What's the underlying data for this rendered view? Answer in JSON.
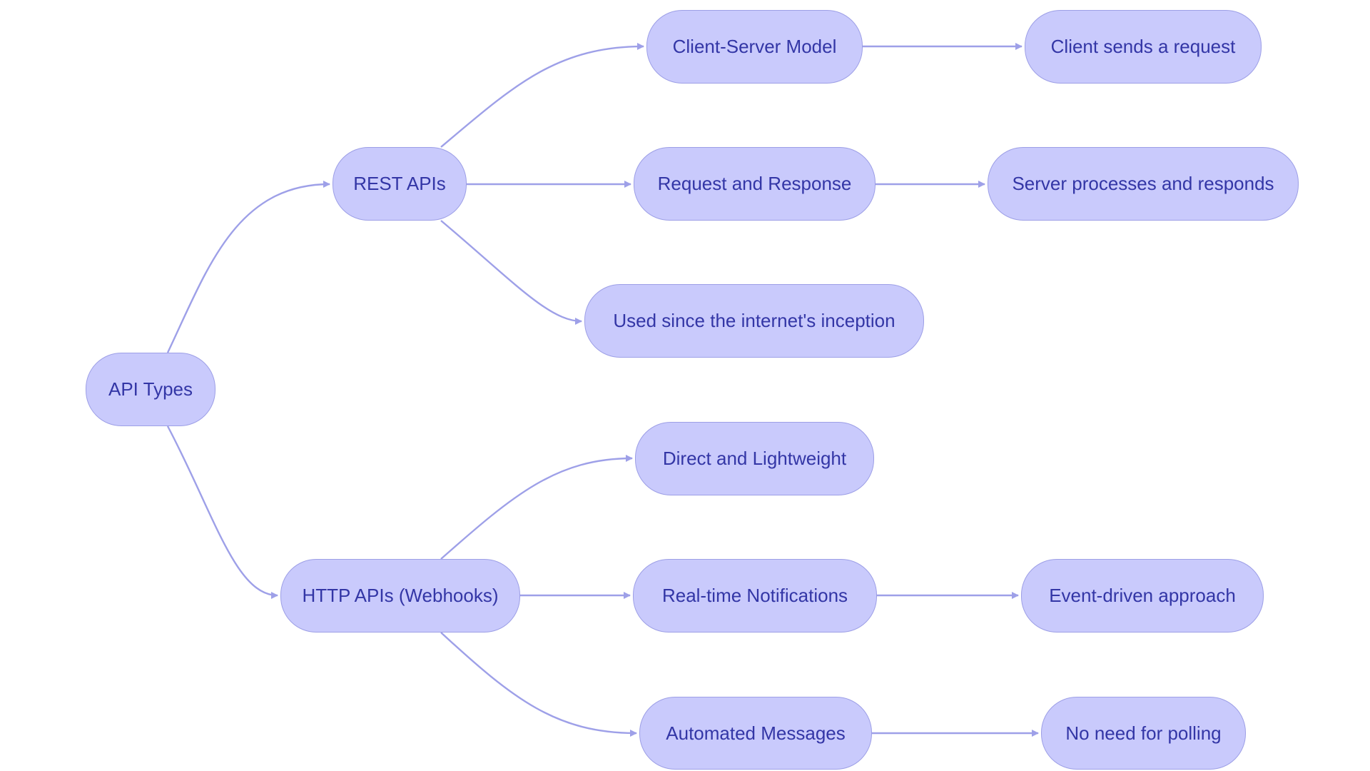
{
  "nodes": {
    "api_types": "API Types",
    "rest_apis": "REST APIs",
    "http_apis": "HTTP APIs (Webhooks)",
    "client_server": "Client-Server Model",
    "request_response": "Request and Response",
    "used_since": "Used since the internet's inception",
    "direct_lightweight": "Direct and Lightweight",
    "realtime": "Real-time Notifications",
    "automated": "Automated Messages",
    "client_sends": "Client sends a request",
    "server_processes": "Server processes and responds",
    "event_driven": "Event-driven approach",
    "no_polling": "No need for polling"
  },
  "edges": [
    {
      "from": "api_types",
      "to": "rest_apis"
    },
    {
      "from": "api_types",
      "to": "http_apis"
    },
    {
      "from": "rest_apis",
      "to": "client_server"
    },
    {
      "from": "rest_apis",
      "to": "request_response"
    },
    {
      "from": "rest_apis",
      "to": "used_since"
    },
    {
      "from": "client_server",
      "to": "client_sends"
    },
    {
      "from": "request_response",
      "to": "server_processes"
    },
    {
      "from": "http_apis",
      "to": "direct_lightweight"
    },
    {
      "from": "http_apis",
      "to": "realtime"
    },
    {
      "from": "http_apis",
      "to": "automated"
    },
    {
      "from": "realtime",
      "to": "event_driven"
    },
    {
      "from": "automated",
      "to": "no_polling"
    }
  ],
  "colors": {
    "node_fill": "#c9cafc",
    "node_border": "#9d9fe6",
    "node_text": "#3336a6",
    "edge": "#9ea0e8"
  }
}
